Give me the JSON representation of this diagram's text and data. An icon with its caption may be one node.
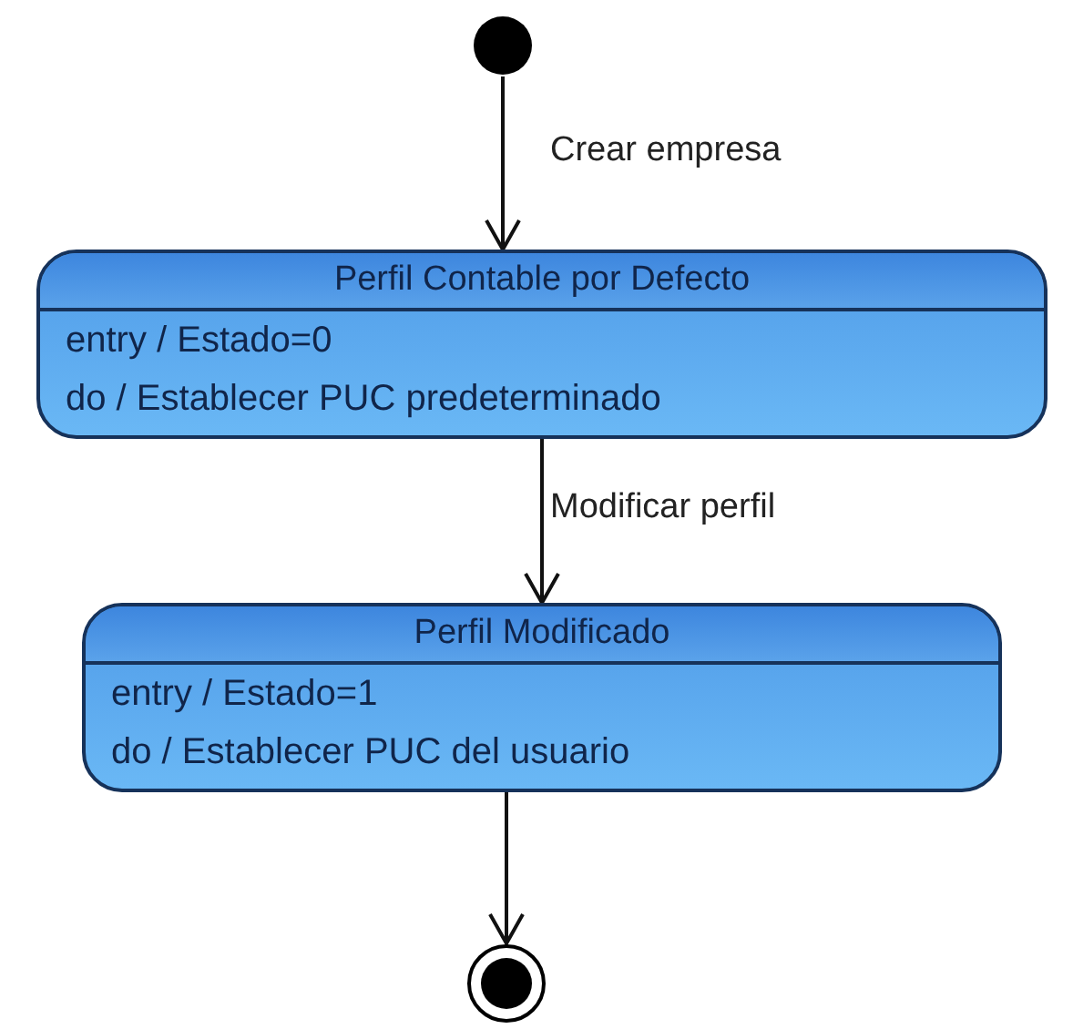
{
  "diagram": {
    "nodes": [
      {
        "text": [],
        "shape": "circle"
      },
      {
        "text": [
          "Perfil Contable por Defecto",
          "entry / Estado=0",
          "do / Establecer PUC predeterminado"
        ]
      },
      {
        "text": [
          "Perfil Modificado",
          "entry / Estado=1",
          "do / Establecer PUC del usuario"
        ]
      },
      {
        "text": [],
        "shape": "bullseye"
      }
    ],
    "edges": [
      {
        "from": 0,
        "to": 1,
        "arrow": "to",
        "label": "Crear empresa"
      },
      {
        "from": 1,
        "to": 2,
        "arrow": "to",
        "label": "Modificar perfil"
      },
      {
        "from": 2,
        "to": 3,
        "arrow": "to"
      }
    ]
  }
}
